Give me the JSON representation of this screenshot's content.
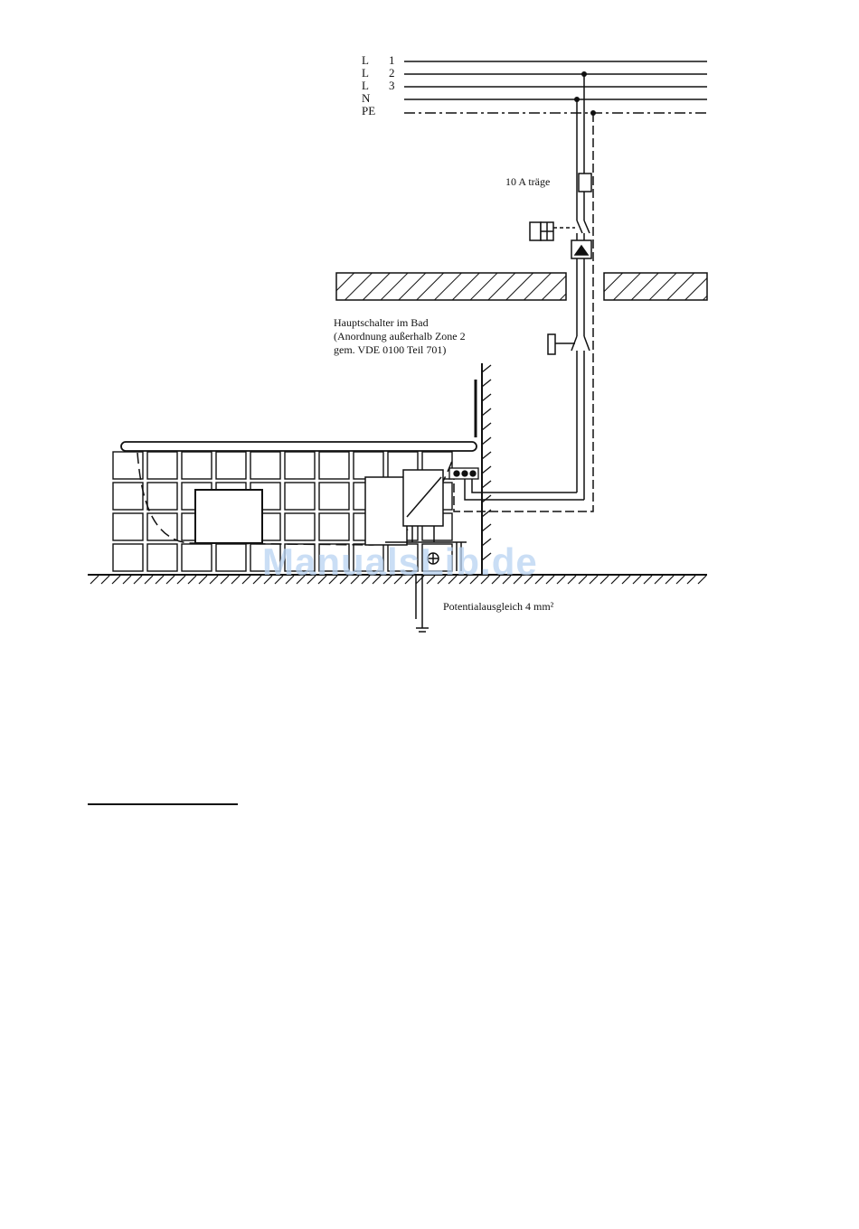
{
  "busbars": [
    {
      "name": "L",
      "num": "1"
    },
    {
      "name": "L",
      "num": "2"
    },
    {
      "name": "L",
      "num": "3"
    },
    {
      "name": "N",
      "num": ""
    },
    {
      "name": "PE",
      "num": ""
    }
  ],
  "fuse_label": "10 A träge",
  "main_switch": {
    "line1": "Hauptschalter im Bad",
    "line2": "(Anordnung außerhalb Zone 2",
    "line3": "gem. VDE 0100 Teil 701)"
  },
  "equipotential_label": "Potentialausgleich 4 mm²",
  "watermark": "ManualsLib.de"
}
